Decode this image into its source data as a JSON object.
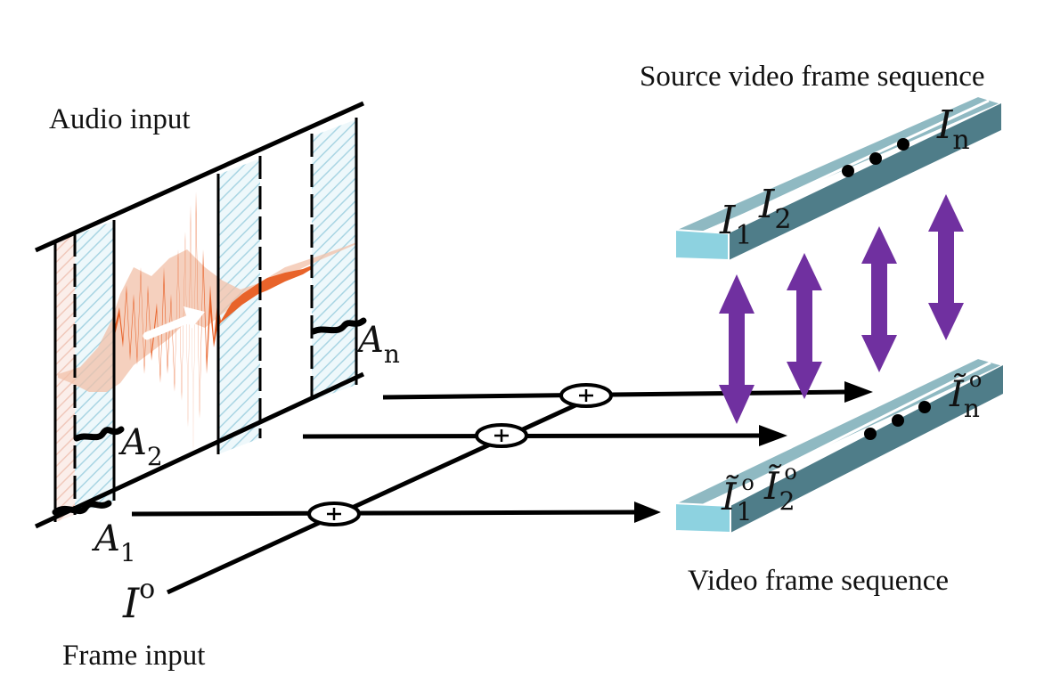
{
  "labels": {
    "audio_input": "Audio input",
    "frame_input": "Frame input",
    "source_sequence": "Source video frame sequence",
    "video_sequence": "Video frame sequence"
  },
  "symbols": {
    "frame_input": {
      "base": "I",
      "sup": "o"
    },
    "audio": [
      {
        "base": "A",
        "sub": "1"
      },
      {
        "base": "A",
        "sub": "2"
      },
      {
        "base": "A",
        "sub": "n"
      }
    ],
    "source_frames": [
      {
        "base": "I",
        "sub": "1"
      },
      {
        "base": "I",
        "sub": "2"
      },
      {
        "base": "I",
        "sub": "n"
      }
    ],
    "generated_frames": [
      {
        "base": "Ĩ",
        "sub": "1",
        "sup": "o"
      },
      {
        "base": "Ĩ",
        "sub": "2",
        "sup": "o"
      },
      {
        "base": "Ĩ",
        "sub": "n",
        "sup": "o"
      }
    ]
  },
  "colors": {
    "waveform": "#e8632a",
    "waveform_faded": "#f2c0a8",
    "segment_hatch": "#a9d5e3",
    "bar_top": "#8fb9c2",
    "bar_front": "#4f7d89",
    "bar_end": "#8dd2e0",
    "compare_arrow": "#7030a0",
    "ink": "#000000"
  },
  "icons": [
    "fusion-operator-icon",
    "flow-arrow-icon",
    "compare-arrow-icon",
    "ellipsis-dots-icon"
  ]
}
